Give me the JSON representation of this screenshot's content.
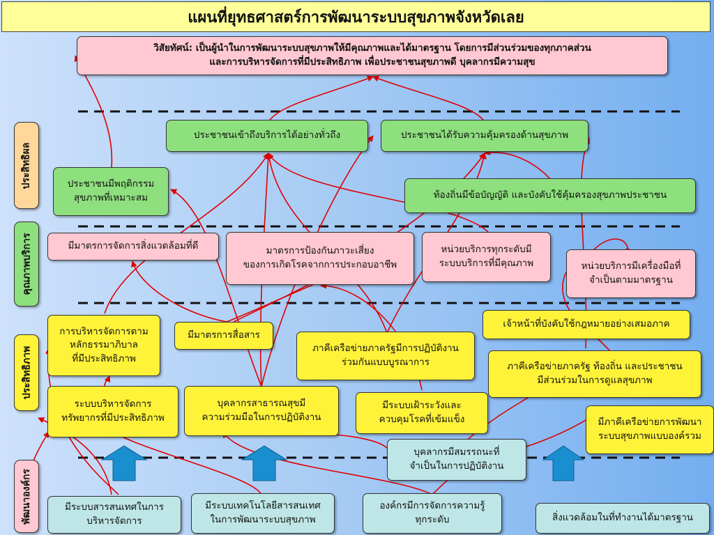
{
  "title": "แผนที่ยุทธศาสตร์การพัฒนาระบบสุขภาพจังหวัดเลย",
  "vision": "วิสัยทัศน์: เป็นผู้นำในการพัฒนาระบบสุขภาพให้มีคุณภาพและได้มาตรฐาน โดยการมีส่วนร่วมของทุกภาคส่วน\nและการบริหารจัดการที่มีประสิทธิภาพ เพื่อประชาชนสุขภาพดี บุคลากรมีความสุข",
  "perspectives": {
    "effectiveness": "ประสิทธิผล",
    "service_quality": "คุณภาพบริการ",
    "efficiency": "ประสิทธิภาพ",
    "org_development": "พัฒนาองค์กร"
  },
  "effectiveness": {
    "access": "ประชาชนเข้าถึงบริการได้อย่างทั่วถึง",
    "protection": "ประชาชนได้รับความคุ้มครองด้านสุขภาพ",
    "behavior": "ประชาชนมีพฤติกรรม\nสุขภาพที่เหมาะสม",
    "local_law": "ท้องถิ่นมีข้อบัญญัติ และบังคับใช้คุ้มครองสุขภาพประชาชน"
  },
  "quality": {
    "environment": "มีมาตรการจัดการสิ่งแวดล้อมที่ดี",
    "risk": "มาตรการป้องกันภาวะเสี่ยง\nของการเกิดโรคจากการประกอบอาชีพ",
    "service_units": "หน่วยบริการทุกระดับมี\nระบบบริการที่มีคุณภาพ",
    "tools": "หน่วยบริการมีเครื่องมือที่\nจำเป็นตามมาตรฐาน"
  },
  "efficiency": {
    "governance": "การบริหารจัดการตาม\nหลักธรรมาภิบาล\nที่มีประสิทธิภาพ",
    "communication": "มีมาตรการสื่อสาร",
    "network_gov": "ภาคีเครือข่ายภาครัฐมีการปฏิบัติงาน\nร่วมกันแบบบูรณาการ",
    "enforcement": "เจ้าหน้าที่บังคับใช้กฎหมายอย่างเสมอภาค",
    "participation": "ภาคีเครือข่ายภาครัฐ ท้องถิ่น และประชาชน\nมีส่วนร่วมในการดูแลสุขภาพ",
    "resources": "ระบบบริหารจัดการ\nทรัพยากรที่มีประสิทธิภาพ",
    "public_health_staff": "บุคลากรสาธารณสุขมี\nความร่วมมือในการปฏิบัติงาน",
    "surveillance": "มีระบบเฝ้าระวังและ\nควบคุมโรคที่เข้มแข็ง",
    "competency": "บุคลากรมีสมรรถนะที่\nจำเป็นในการปฏิบัติงาน",
    "local_network": "มีภาคีเครือข่ายการพัฒนา\nระบบสุขภาพแบบองค์รวม"
  },
  "organization": {
    "info_system": "มีระบบสารสนเทศในการ\nบริหารจัดการ",
    "it_system": "มีระบบเทคโนโลยีสารสนเทศ\nในการพัฒนาระบบสุขภาพ",
    "knowledge": "องค์กรมีการจัดการความรู้\nทุกระดับ",
    "workplace": "สิ่งแวดล้อมในที่ทำงานได้มาตรฐาน"
  },
  "colors": {
    "title_bg": "#ffff99",
    "pink": "#ffc8d2",
    "green": "#8ee07e",
    "yellow": "#fff33a",
    "teal": "#bfe6e6",
    "arrow_red": "#e00000",
    "up_arrow": "#1a8fd0"
  }
}
